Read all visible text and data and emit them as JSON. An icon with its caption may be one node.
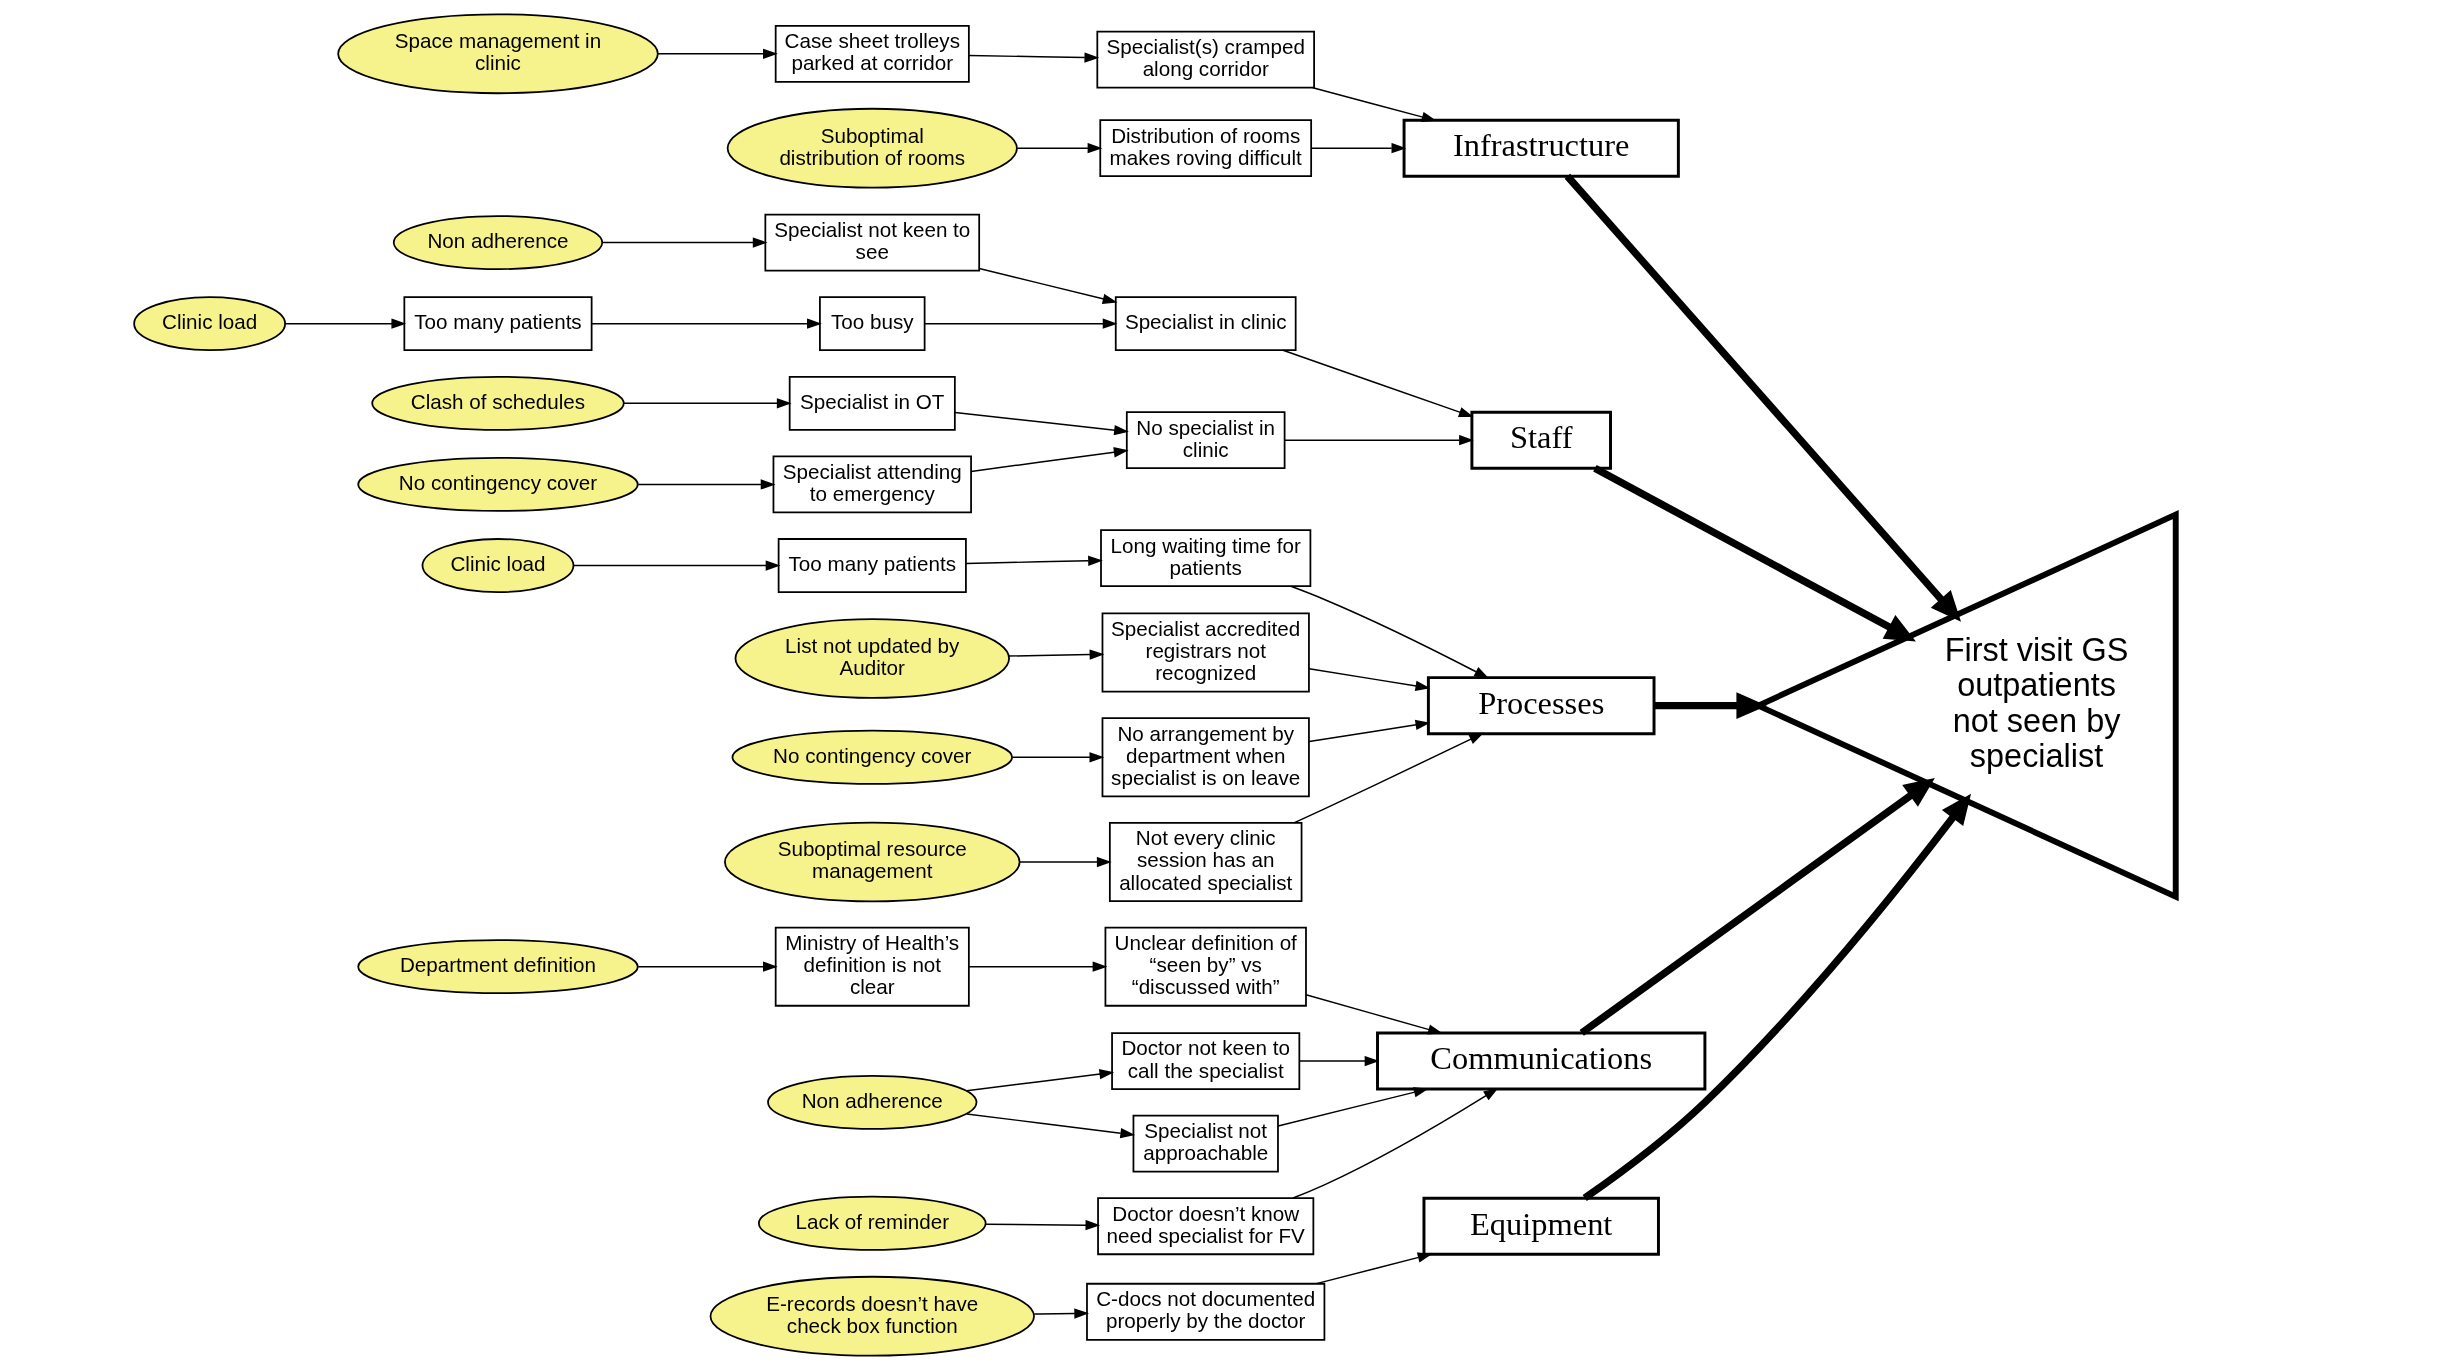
{
  "diagram": {
    "nodes": [
      {
        "text": [
          "Equipment"
        ]
      },
      {
        "text": [
          "Infrastructure"
        ]
      },
      {
        "text": [
          "Staff"
        ]
      },
      {
        "text": [
          "First visit GS outpatients not seen by specialist"
        ]
      },
      {
        "text": [
          "E-records doesn’t have check box function"
        ]
      },
      {
        "text": [
          "C-docs not documented properly by the doctor"
        ]
      },
      {
        "text": [
          "Case sheet trolleys parked at corridor"
        ]
      },
      {
        "text": [
          "Space management in clinic"
        ]
      },
      {
        "text": [
          "Specialist(s) cramped along corridor"
        ]
      },
      {
        "text": [
          "Suboptimal distribution of rooms"
        ]
      },
      {
        "text": [
          "Distribution of rooms makes roving difficult"
        ]
      },
      {
        "text": [
          "Specialist not keen to see"
        ]
      },
      {
        "text": [
          "Non adherence"
        ]
      },
      {
        "text": [
          "Specialist in clinic"
        ]
      },
      {
        "text": [
          "Too many patients"
        ]
      },
      {
        "text": [
          "Clinic load"
        ]
      },
      {
        "text": [
          "Too busy"
        ]
      },
      {
        "text": [
          "Clash of schedules"
        ]
      },
      {
        "text": [
          "Specialist in OT"
        ]
      },
      {
        "text": [
          "No specialist in clinic"
        ]
      },
      {
        "text": [
          "No contingency cover"
        ]
      },
      {
        "text": [
          "Specialist attending to emergency"
        ]
      },
      {
        "text": [
          "Processes"
        ]
      },
      {
        "text": [
          "Communications"
        ]
      },
      {
        "text": [
          "Long waiting time for patients"
        ]
      },
      {
        "text": [
          "Too many patients"
        ]
      },
      {
        "text": [
          "Clinic load"
        ]
      },
      {
        "text": [
          "No contingency cover"
        ]
      },
      {
        "text": [
          "Specialist accredited registrars not recognized"
        ]
      },
      {
        "text": [
          "No arrangement by department when specialist is on leave"
        ]
      },
      {
        "text": [
          "List not updated by Auditor"
        ]
      },
      {
        "text": [
          "Suboptimal resource management"
        ]
      },
      {
        "text": [
          "Not every clinic session has an allocated specialist"
        ]
      },
      {
        "text": [
          "Ministry of Health’s definition is not clear"
        ]
      },
      {
        "text": [
          "Department definition"
        ]
      },
      {
        "text": [
          "Unclear definition of “seen by” vs “discussed with”"
        ]
      },
      {
        "text": [
          "Doctor not keen to call the specialist"
        ]
      },
      {
        "text": [
          "Non adherence"
        ]
      },
      {
        "text": [
          "Specialist not approachable"
        ]
      },
      {
        "text": [
          "Lack of reminder"
        ]
      },
      {
        "text": [
          "Doctor doesn’t know need specialist for FV"
        ]
      }
    ],
    "edges": [
      {
        "from": 0,
        "to": 3,
        "arrow": "to",
        "style": "thick"
      },
      {
        "from": 1,
        "to": 3,
        "arrow": "to",
        "style": "thick"
      },
      {
        "from": 2,
        "to": 3,
        "arrow": "to",
        "style": "thick"
      },
      {
        "from": 22,
        "to": 3,
        "arrow": "to",
        "style": "thick"
      },
      {
        "from": 23,
        "to": 3,
        "arrow": "to",
        "style": "thick"
      },
      {
        "from": 4,
        "to": 5,
        "arrow": "to"
      },
      {
        "from": 5,
        "to": 0,
        "arrow": "to"
      },
      {
        "from": 7,
        "to": 6,
        "arrow": "to"
      },
      {
        "from": 6,
        "to": 8,
        "arrow": "to"
      },
      {
        "from": 8,
        "to": 1,
        "arrow": "to"
      },
      {
        "from": 9,
        "to": 10,
        "arrow": "to"
      },
      {
        "from": 10,
        "to": 1,
        "arrow": "to"
      },
      {
        "from": 12,
        "to": 11,
        "arrow": "to"
      },
      {
        "from": 11,
        "to": 13,
        "arrow": "to"
      },
      {
        "from": 13,
        "to": 2,
        "arrow": "to"
      },
      {
        "from": 15,
        "to": 14,
        "arrow": "to"
      },
      {
        "from": 14,
        "to": 16,
        "arrow": "to"
      },
      {
        "from": 16,
        "to": 13,
        "arrow": "to"
      },
      {
        "from": 17,
        "to": 18,
        "arrow": "to"
      },
      {
        "from": 18,
        "to": 19,
        "arrow": "to"
      },
      {
        "from": 19,
        "to": 2,
        "arrow": "to"
      },
      {
        "from": 20,
        "to": 21,
        "arrow": "to"
      },
      {
        "from": 21,
        "to": 19,
        "arrow": "to"
      },
      {
        "from": 24,
        "to": 22,
        "arrow": "to"
      },
      {
        "from": 26,
        "to": 25,
        "arrow": "to"
      },
      {
        "from": 25,
        "to": 24,
        "arrow": "to"
      },
      {
        "from": 27,
        "to": 29,
        "arrow": "to"
      },
      {
        "from": 29,
        "to": 22,
        "arrow": "to"
      },
      {
        "from": 30,
        "to": 28,
        "arrow": "to"
      },
      {
        "from": 28,
        "to": 22,
        "arrow": "to"
      },
      {
        "from": 31,
        "to": 32,
        "arrow": "to"
      },
      {
        "from": 32,
        "to": 22,
        "arrow": "to"
      },
      {
        "from": 34,
        "to": 33,
        "arrow": "to"
      },
      {
        "from": 33,
        "to": 35,
        "arrow": "to"
      },
      {
        "from": 35,
        "to": 23,
        "arrow": "to"
      },
      {
        "from": 37,
        "to": 36,
        "arrow": "to"
      },
      {
        "from": 36,
        "to": 23,
        "arrow": "to"
      },
      {
        "from": 37,
        "to": 38,
        "arrow": "to"
      },
      {
        "from": 38,
        "to": 23,
        "arrow": "to"
      },
      {
        "from": 39,
        "to": 40,
        "arrow": "to"
      },
      {
        "from": 40,
        "to": 23,
        "arrow": "to"
      }
    ]
  }
}
